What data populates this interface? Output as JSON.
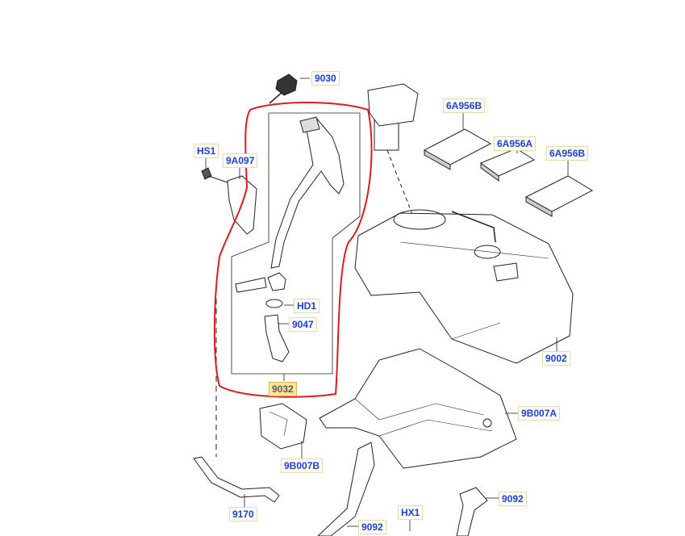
{
  "labels": {
    "l9030": "9030",
    "l6A956B_top": "6A956B",
    "l6A956A": "6A956A",
    "l6A956B_right": "6A956B",
    "lHS1": "HS1",
    "l9A097": "9A097",
    "lHD1": "HD1",
    "l9047": "9047",
    "l9002": "9002",
    "l9032": "9032",
    "l9B007A": "9B007A",
    "l9B007B": "9B007B",
    "l9170": "9170",
    "l9092_bottom": "9092",
    "lHX1": "HX1",
    "l9092_right": "9092"
  },
  "colors": {
    "label_text": "#1c3fd6",
    "label_highlight_bg": "#fbe39a",
    "selection_outline": "#dd1c1c",
    "line_art": "#222222"
  }
}
